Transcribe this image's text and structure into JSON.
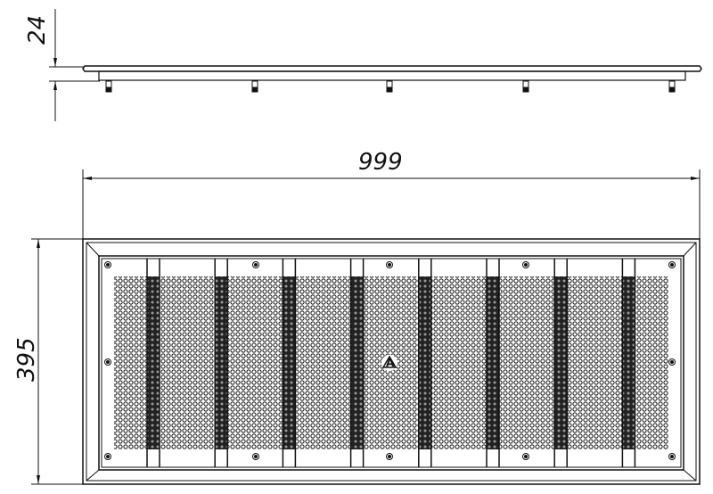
{
  "drawing": {
    "side_view": {
      "height_dimension": "24",
      "pin_count": 5
    },
    "front_view": {
      "width_dimension": "999",
      "height_dimension": "395",
      "section_marker": "A",
      "divider_count": 8
    },
    "colors": {
      "line": "#111111",
      "background": "#ffffff"
    }
  }
}
